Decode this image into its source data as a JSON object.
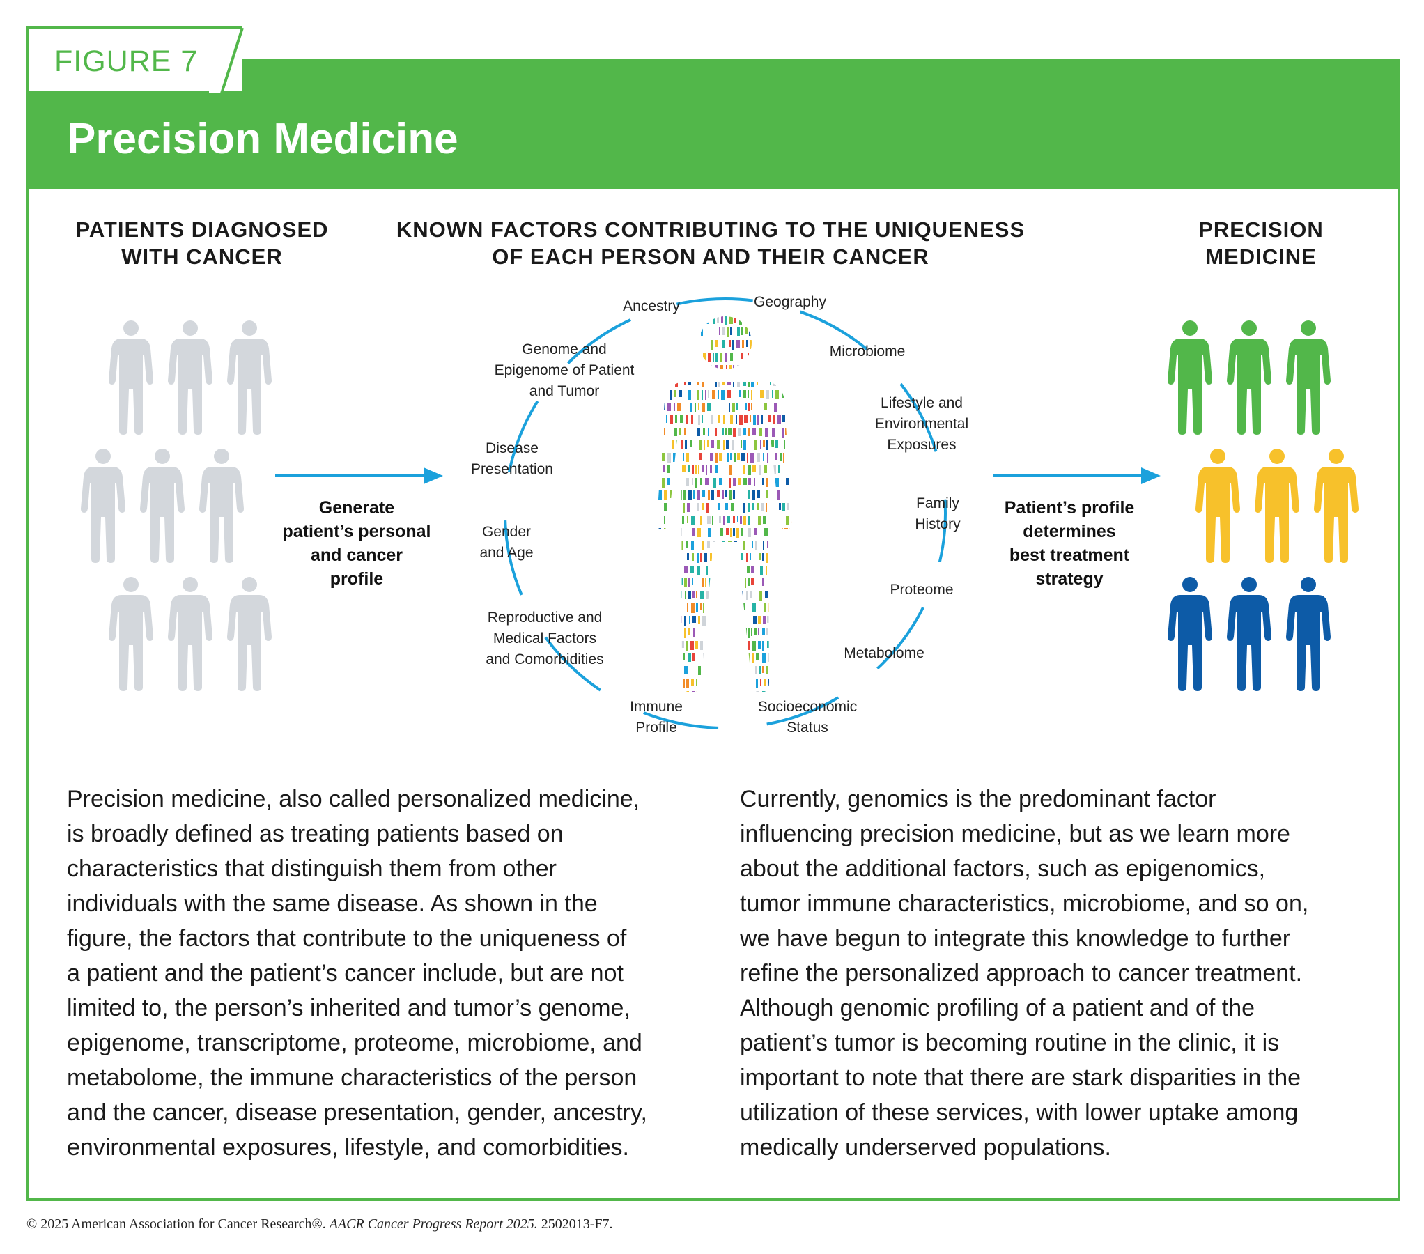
{
  "figure_label": "FIGURE 7",
  "title": "Precision Medicine",
  "headings": {
    "left": [
      "PATIENTS DIAGNOSED",
      "WITH CANCER"
    ],
    "center": [
      "KNOWN FACTORS CONTRIBUTING TO THE UNIQUENESS",
      "OF EACH PERSON AND THEIR CANCER"
    ],
    "right": [
      "PRECISION",
      "MEDICINE"
    ]
  },
  "arrow_captions": {
    "left": [
      "Generate",
      "patient’s personal",
      "and cancer",
      "profile"
    ],
    "right": [
      "Patient’s profile",
      "determines",
      "best treatment",
      "strategy"
    ]
  },
  "factors": [
    {
      "id": "ancestry",
      "lines": [
        "Ancestry"
      ]
    },
    {
      "id": "geography",
      "lines": [
        "Geography"
      ]
    },
    {
      "id": "genome",
      "lines": [
        "Genome and",
        "Epigenome of Patient",
        "and Tumor"
      ]
    },
    {
      "id": "microbiome",
      "lines": [
        "Microbiome"
      ]
    },
    {
      "id": "lifestyle",
      "lines": [
        "Lifestyle and",
        "Environmental",
        "Exposures"
      ]
    },
    {
      "id": "disease",
      "lines": [
        "Disease",
        "Presentation"
      ]
    },
    {
      "id": "family",
      "lines": [
        "Family",
        "History"
      ]
    },
    {
      "id": "gender",
      "lines": [
        "Gender",
        "and Age"
      ]
    },
    {
      "id": "proteome",
      "lines": [
        "Proteome"
      ]
    },
    {
      "id": "reproductive",
      "lines": [
        "Reproductive and",
        "Medical Factors",
        "and Comorbidities"
      ]
    },
    {
      "id": "metabolome",
      "lines": [
        "Metabolome"
      ]
    },
    {
      "id": "immune",
      "lines": [
        "Immune",
        "Profile"
      ]
    },
    {
      "id": "socioeconomic",
      "lines": [
        "Socioeconomic",
        "Status"
      ]
    }
  ],
  "colors": {
    "brand_green": "#52b74a",
    "arrow_blue": "#1ba1dc",
    "patient_gray": "#d3d7dc",
    "group_green": "#52b74a",
    "group_yellow": "#f7c12b",
    "group_blue": "#0d5ba7"
  },
  "paragraph_left": [
    "Precision medicine, also called personalized medicine,",
    "is broadly defined as treating patients based on",
    "characteristics that distinguish them from other",
    "individuals with the same disease. As shown in the",
    "figure, the factors that contribute to the uniqueness of",
    "a patient and the patient’s cancer include, but are not",
    "limited to, the person’s inherited and tumor’s genome,",
    "epigenome, transcriptome, proteome, microbiome, and",
    "metabolome, the immune characteristics of the person",
    "and the cancer, disease presentation, gender, ancestry,",
    "environmental exposures, lifestyle, and comorbidities."
  ],
  "paragraph_right": [
    "Currently, genomics is the predominant factor",
    "influencing precision medicine, but as we learn more",
    "about the additional factors, such as epigenomics,",
    "tumor immune characteristics, microbiome, and so on,",
    "we have begun to integrate this knowledge to further",
    "refine the personalized approach to cancer treatment.",
    "Although genomic profiling of a patient and of the",
    "patient’s tumor is becoming routine in the clinic, it is",
    "important to note that there are stark disparities in the",
    "utilization of these services, with lower uptake among",
    "medically underserved populations."
  ],
  "footer": {
    "part1": "© 2025 American Association for Cancer Research®. ",
    "italic": "AACR Cancer Progress Report 2025.",
    "part2": " 2502013-F7."
  }
}
